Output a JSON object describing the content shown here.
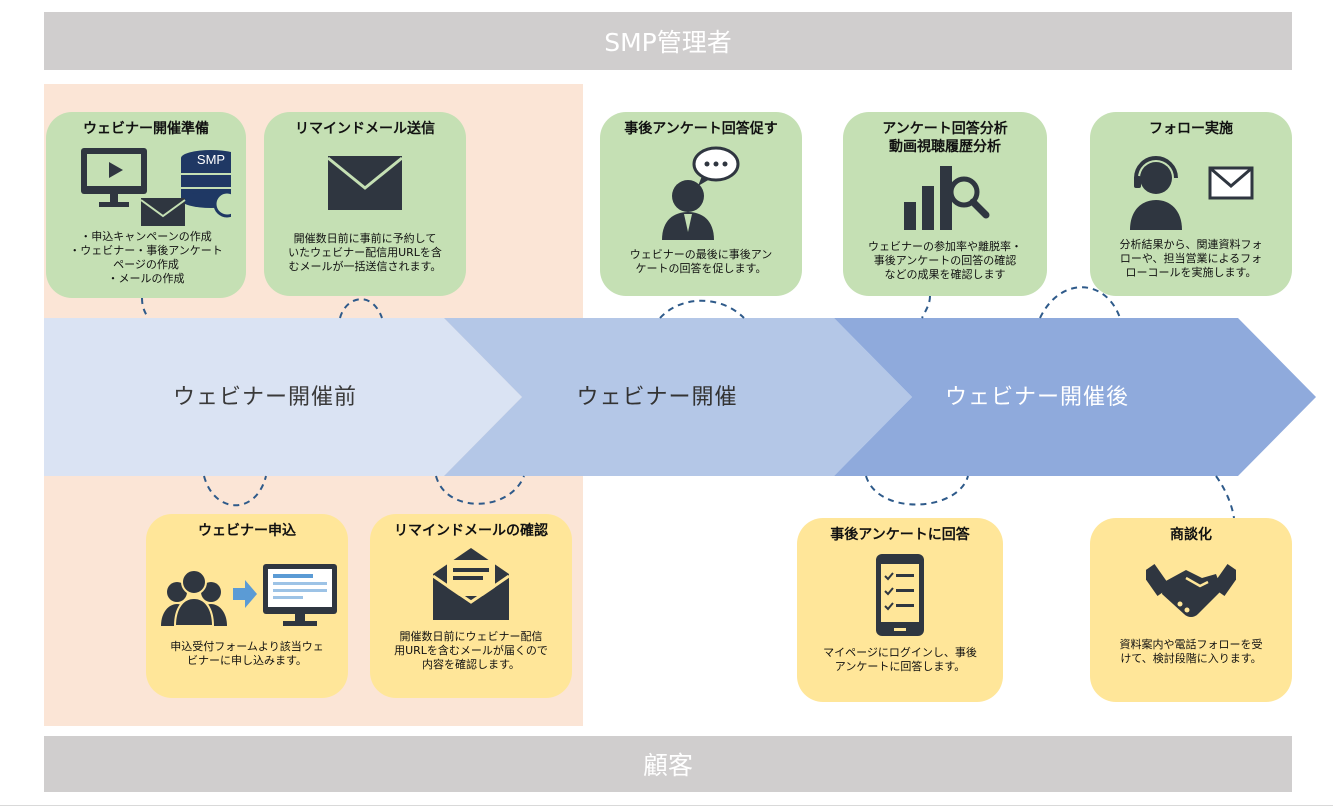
{
  "header": {
    "title": "SMP管理者"
  },
  "footer": {
    "title": "顧客"
  },
  "phases": [
    {
      "label": "ウェビナー開催前"
    },
    {
      "label": "ウェビナー開催"
    },
    {
      "label": "ウェビナー開催後"
    }
  ],
  "admin_cards": [
    {
      "title": "ウェビナー開催準備",
      "badge": "SMP",
      "desc": "・申込キャンペーンの作成\n・ウェビナー・事後アンケート\nページの作成\n・メールの作成"
    },
    {
      "title": "リマインドメール送信",
      "desc": "開催数日前に事前に予約して\nいたウェビナー配信用URLを含\nむメールが一括送信されます。"
    },
    {
      "title": "事後アンケート回答促す",
      "desc": "ウェビナーの最後に事後アン\nケートの回答を促します。"
    },
    {
      "title": "アンケート回答分析\n動画視聴履歴分析",
      "desc": "ウェビナーの参加率や離脱率・\n事後アンケートの回答の確認\nなどの成果を確認します"
    },
    {
      "title": "フォロー実施",
      "desc": "分析結果から、関連資料フォ\nローや、担当営業によるフォ\nローコールを実施します。"
    }
  ],
  "customer_cards": [
    {
      "title": "ウェビナー申込",
      "desc": "申込受付フォームより該当ウェ\nビナーに申し込みます。"
    },
    {
      "title": "リマインドメールの確認",
      "desc": "開催数日前にウェビナー配信\n用URLを含むメールが届くので\n内容を確認します。"
    },
    {
      "title": "事後アンケートに回答",
      "desc": "マイページにログインし、事後\nアンケートに回答します。"
    },
    {
      "title": "商談化",
      "desc": "資料案内や電話フォローを受\nけて、検討段階に入ります。"
    }
  ],
  "colors": {
    "band": "#d0cece",
    "pre_bg": "#fbe5d6",
    "arrow1": "#dae3f3",
    "arrow2": "#b4c7e7",
    "arrow3": "#8faadc",
    "card_green": "#c5e0b4",
    "card_yellow": "#ffe699",
    "icon_dark": "#2f3640",
    "connector": "#2e5a8a"
  }
}
